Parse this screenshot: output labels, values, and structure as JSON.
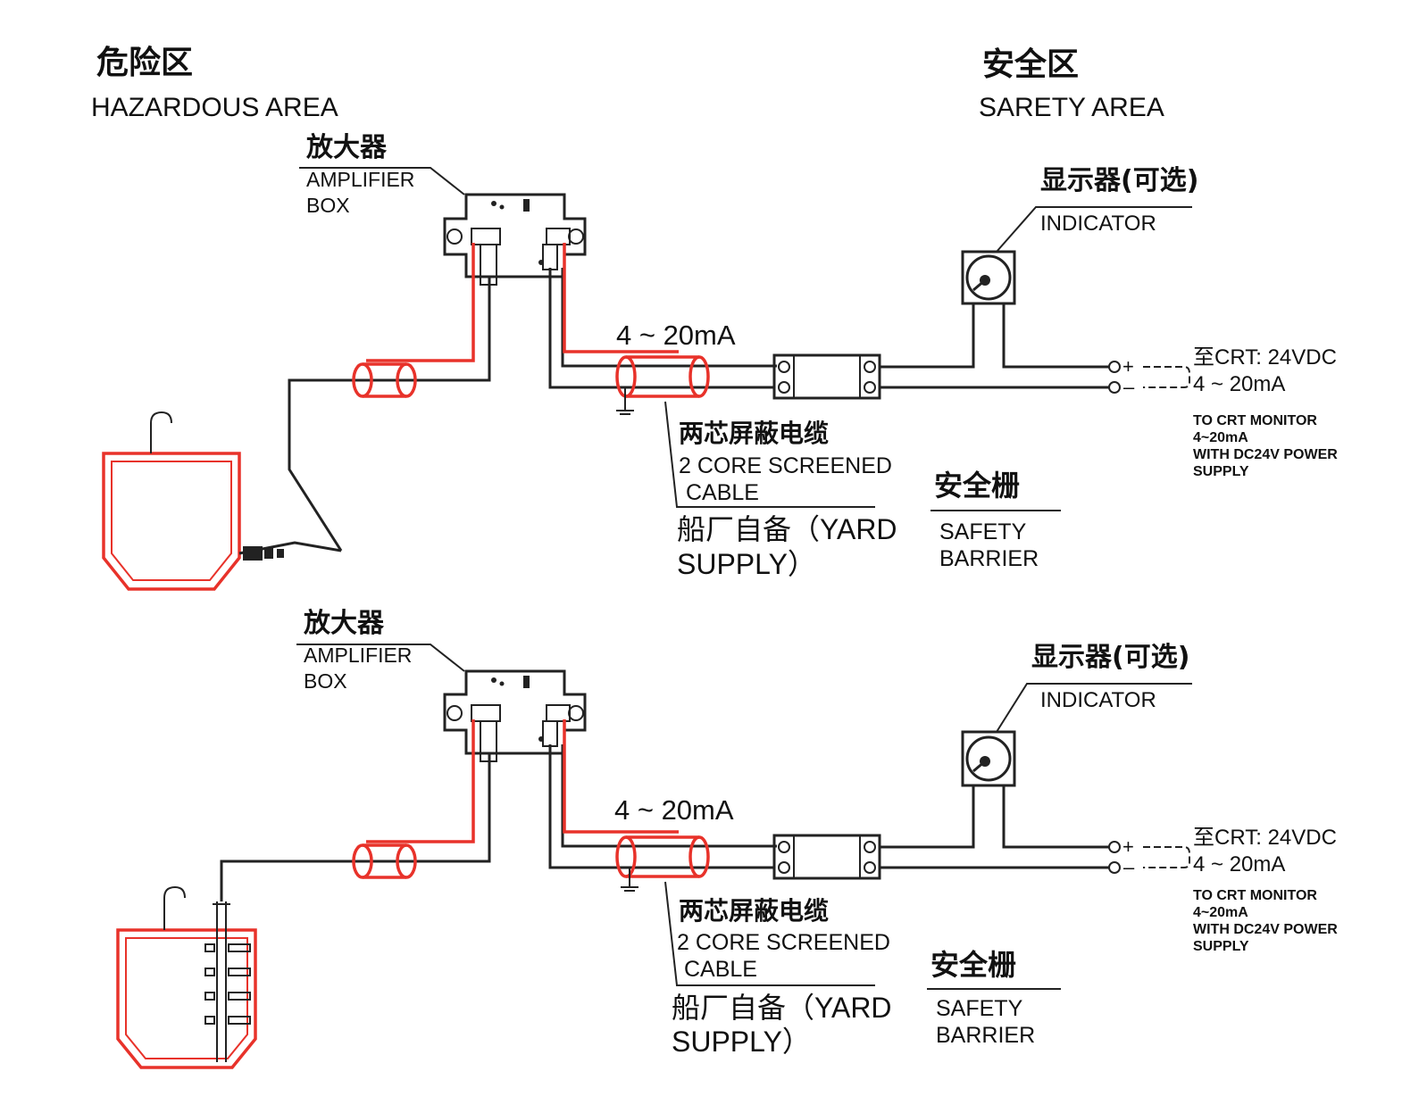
{
  "zones": {
    "hazardous_zh": "危险区",
    "hazardous_en": "HAZARDOUS AREA",
    "safe_zh": "安全区",
    "safe_en": "SARETY AREA"
  },
  "panels": [
    {
      "amplifier_zh": "放大器",
      "amplifier_en_1": "AMPLIFIER",
      "amplifier_en_2": "BOX",
      "signal": "4 ~ 20mA",
      "indicator_zh": "显示器(可选)",
      "indicator_en": "INDICATOR",
      "cable_zh": "两芯屏蔽电缆",
      "cable_en_1": "2 CORE SCREENED",
      "cable_en_2": "CABLE",
      "yard_1": "船厂自备（YARD",
      "yard_2": "SUPPLY）",
      "barrier_zh": "安全栅",
      "barrier_en_1": "SAFETY",
      "barrier_en_2": "BARRIER",
      "plus": "+",
      "minus": "–",
      "crt_1": "至CRT: 24VDC",
      "crt_2": "4 ~ 20mA",
      "monitor_1": "TO CRT MONITOR",
      "monitor_2": "4~20mA",
      "monitor_3": "WITH DC24V POWER",
      "monitor_4": "SUPPLY"
    },
    {
      "amplifier_zh": "放大器",
      "amplifier_en_1": "AMPLIFIER",
      "amplifier_en_2": "BOX",
      "signal": "4 ~ 20mA",
      "indicator_zh": "显示器(可选)",
      "indicator_en": "INDICATOR",
      "cable_zh": "两芯屏蔽电缆",
      "cable_en_1": "2 CORE SCREENED",
      "cable_en_2": "CABLE",
      "yard_1": "船厂自备（YARD",
      "yard_2": "SUPPLY）",
      "barrier_zh": "安全栅",
      "barrier_en_1": "SAFETY",
      "barrier_en_2": "BARRIER",
      "plus": "+",
      "minus": "–",
      "crt_1": "至CRT: 24VDC",
      "crt_2": "4 ~ 20mA",
      "monitor_1": "TO CRT MONITOR",
      "monitor_2": "4~20mA",
      "monitor_3": "WITH DC24V POWER",
      "monitor_4": "SUPPLY"
    }
  ],
  "colors": {
    "wire_red": "#e8322a",
    "wire_black": "#222222"
  }
}
